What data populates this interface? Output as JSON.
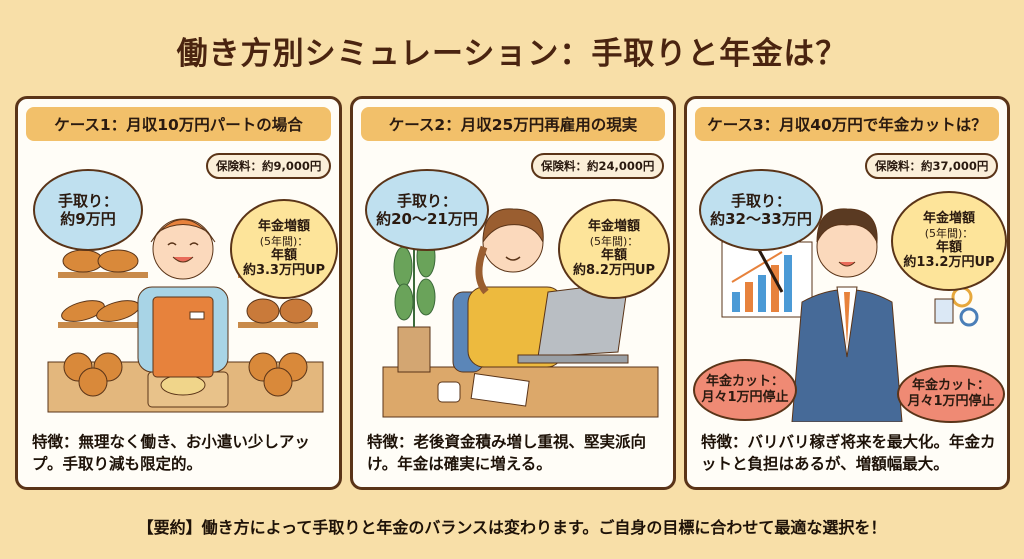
{
  "title": "働き方別シミュレーション：手取りと年金は？",
  "cases": [
    {
      "heading": "ケース1：月収10万円パートの場合",
      "premium": "保険料：約9,000円",
      "takehome_label": "手取り：",
      "takehome_value": "約9万円",
      "pension_label": "年金増額",
      "pension_period": "(5年間)：",
      "pension_annual": "年額",
      "pension_value": "約3.3万円UP",
      "illustration": "bakery-worker-cutting-bread",
      "feature": "特徴：無理なく働き、お小遣い少しアップ。手取り減も限定的。"
    },
    {
      "heading": "ケース2：月収25万円再雇用の現実",
      "premium": "保険料：約24,000円",
      "takehome_label": "手取り：",
      "takehome_value": "約20〜21万円",
      "pension_label": "年金増額",
      "pension_period": "(5年間)：",
      "pension_annual": "年額",
      "pension_value": "約8.2万円UP",
      "illustration": "office-worker-at-laptop",
      "feature": "特徴：老後資金積み増し重視、堅実派向け。年金は確実に増える。"
    },
    {
      "heading": "ケース3：月収40万円で年金カットは？",
      "premium": "保険料：約37,000円",
      "takehome_label": "手取り：",
      "takehome_value": "約32〜33万円",
      "pension_label": "年金増額",
      "pension_period": "(5年間)：",
      "pension_annual": "年額",
      "pension_value": "約13.2万円UP",
      "cut_left_label": "年金カット：",
      "cut_left_value": "月々1万円停止",
      "cut_right_label": "年金カット：",
      "cut_right_value": "月々1万円停止",
      "illustration": "businessman-presenting-chart",
      "feature": "特徴：バリバリ稼ぎ将来を最大化。年金カットと負担はあるが、増額幅最大。"
    }
  ],
  "summary": "【要約】働き方によって手取りと年金のバランスは変わります。ご自身の目標に合わせて最適な選択を！",
  "colors": {
    "background": "#f8dfa8",
    "card_header": "#f2c06a",
    "border": "#5a3418",
    "takehome_bubble": "#bfe0ef",
    "pension_bubble": "#fde49a",
    "cut_bubble": "#ef8a74"
  }
}
